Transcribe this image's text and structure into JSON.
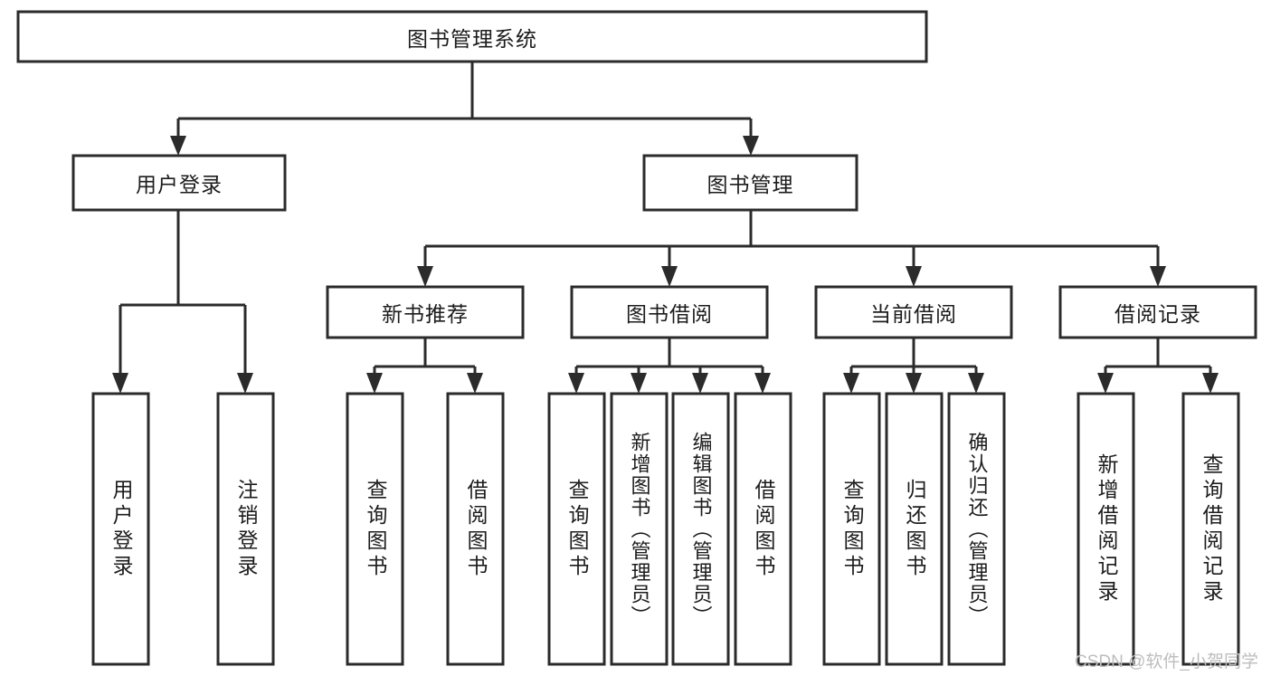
{
  "diagram": {
    "type": "tree-hierarchy",
    "title": "图书管理系统",
    "root": {
      "id": "root",
      "label": "图书管理系统"
    },
    "level2": [
      {
        "id": "user-login",
        "label": "用户登录"
      },
      {
        "id": "book-management",
        "label": "图书管理"
      }
    ],
    "level3": [
      {
        "id": "new-book-recommend",
        "label": "新书推荐",
        "parent": "book-management"
      },
      {
        "id": "book-borrow",
        "label": "图书借阅",
        "parent": "book-management"
      },
      {
        "id": "current-borrow",
        "label": "当前借阅",
        "parent": "book-management"
      },
      {
        "id": "borrow-record",
        "label": "借阅记录",
        "parent": "book-management"
      }
    ],
    "leaves": [
      {
        "id": "leaf-user-login",
        "label": "用户登录",
        "parent": "user-login"
      },
      {
        "id": "leaf-logout",
        "label": "注销登录",
        "parent": "user-login"
      },
      {
        "id": "leaf-query-book-1",
        "label": "查询图书",
        "parent": "new-book-recommend"
      },
      {
        "id": "leaf-borrow-book-1",
        "label": "借阅图书",
        "parent": "new-book-recommend"
      },
      {
        "id": "leaf-query-book-2",
        "label": "查询图书",
        "parent": "book-borrow"
      },
      {
        "id": "leaf-add-book",
        "label": "新增图书（管理员）",
        "parent": "book-borrow"
      },
      {
        "id": "leaf-edit-book",
        "label": "编辑图书（管理员）",
        "parent": "book-borrow"
      },
      {
        "id": "leaf-borrow-book-2",
        "label": "借阅图书",
        "parent": "book-borrow"
      },
      {
        "id": "leaf-query-book-3",
        "label": "查询图书",
        "parent": "current-borrow"
      },
      {
        "id": "leaf-return-book",
        "label": "归还图书",
        "parent": "current-borrow"
      },
      {
        "id": "leaf-confirm-return",
        "label": "确认归还（管理员）",
        "parent": "current-borrow"
      },
      {
        "id": "leaf-add-record",
        "label": "新增借阅记录",
        "parent": "borrow-record"
      },
      {
        "id": "leaf-query-record",
        "label": "查询借阅记录",
        "parent": "borrow-record"
      }
    ],
    "colors": {
      "box_stroke": "#2b2b2b",
      "box_fill": "#ffffff",
      "text": "#1c1c1c",
      "background": "#ffffff",
      "watermark": "#bdbdbd"
    }
  },
  "watermark": {
    "text": "CSDN @软件_小贺同学"
  }
}
